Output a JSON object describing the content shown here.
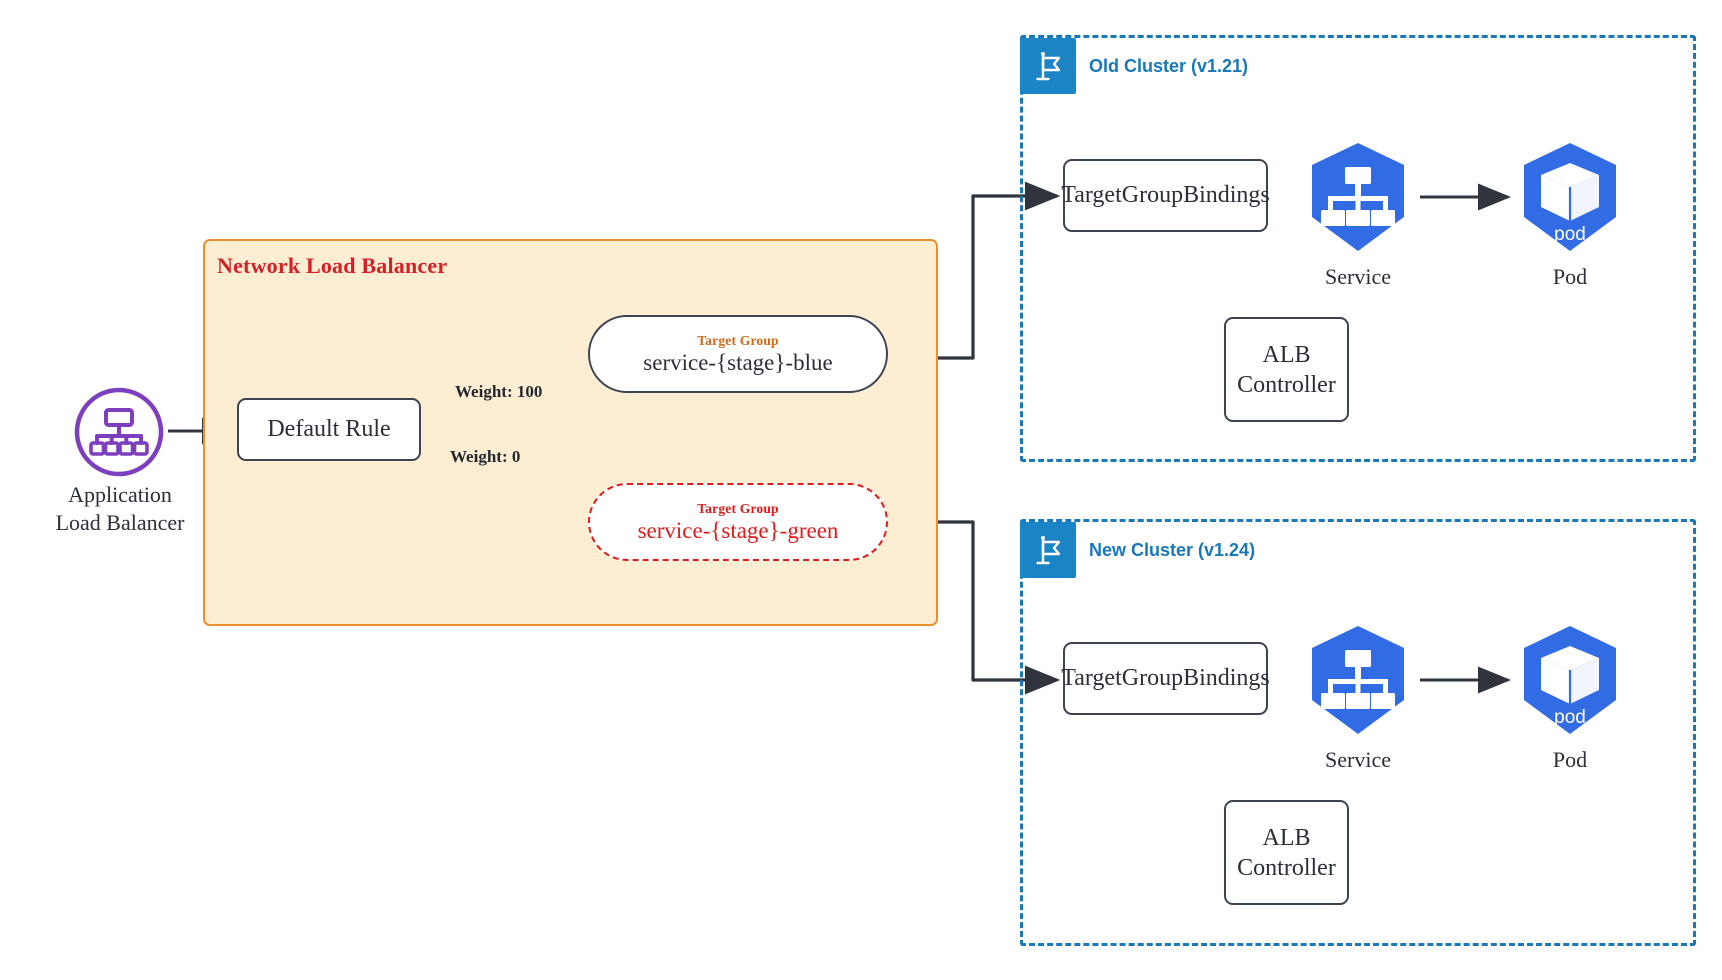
{
  "diagram": {
    "title": "Blue-Green Kubernetes Cluster Migration via ALB Target Group Weights",
    "colors": {
      "panel_fill": "#fdeed3",
      "panel_border": "#e8912e",
      "title_red": "#d81f26",
      "cluster_blue": "#1878b9",
      "badge_blue": "#1b84c4",
      "k8s_blue": "#326ce5",
      "alb_purple": "#7d3fc0",
      "green_tg_red": "#e01b1b",
      "kicker_orange": "#d2691a",
      "stroke_dark": "#3d4450"
    }
  },
  "alb": {
    "icon": "application-load-balancer-icon",
    "caption_line1": "Application",
    "caption_line2": "Load Balancer"
  },
  "nlb_panel": {
    "title": "Network Load Balancer",
    "default_rule": "Default Rule",
    "weights": [
      {
        "label": "Weight: 100",
        "target": "blue"
      },
      {
        "label": "Weight: 0",
        "target": "green"
      }
    ],
    "target_groups": [
      {
        "kicker": "Target Group",
        "name": "service-{stage}-blue",
        "style": "solid"
      },
      {
        "kicker": "Target Group",
        "name": "service-{stage}-green",
        "style": "dashed-red"
      }
    ]
  },
  "clusters": [
    {
      "id": "old",
      "label": "Old Cluster (v1.21)",
      "badge_icon": "eks-cluster-flag-icon",
      "target_group_bindings": "TargetGroupBindings",
      "alb_controller_line1": "ALB",
      "alb_controller_line2": "Controller",
      "service_caption": "Service",
      "pod_caption": "Pod",
      "pod_inner_label": "pod"
    },
    {
      "id": "new",
      "label": "New Cluster (v1.24)",
      "badge_icon": "eks-cluster-flag-icon",
      "target_group_bindings": "TargetGroupBindings",
      "alb_controller_line1": "ALB",
      "alb_controller_line2": "Controller",
      "service_caption": "Service",
      "pod_caption": "Pod",
      "pod_inner_label": "pod"
    }
  ]
}
